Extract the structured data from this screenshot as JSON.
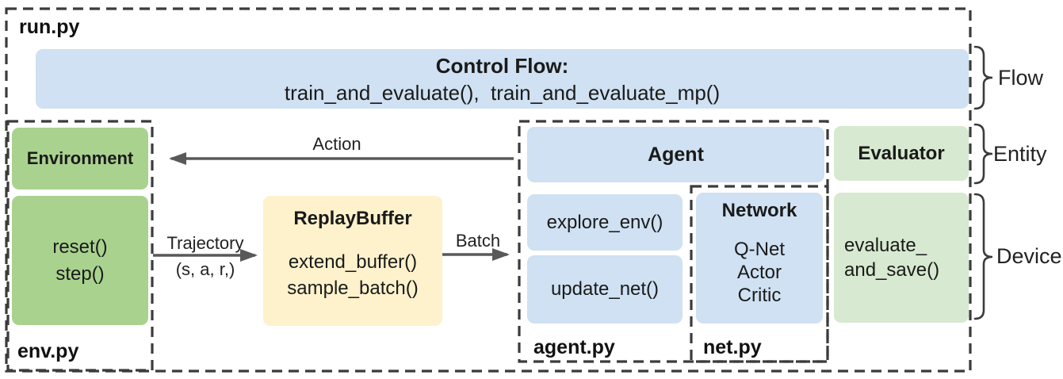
{
  "colors": {
    "blue": "#cfe1f2",
    "green": "#a9d28f",
    "green_light": "#d7e9d0",
    "yellow": "#fdf2cc",
    "line_dark": "#3b3b3b",
    "arrow_gray": "#595959",
    "text": "#1a1a1a"
  },
  "run_module": {
    "label": "run.py"
  },
  "control_flow": {
    "title": "Control Flow:",
    "functions": "train_and_evaluate(),  train_and_evaluate_mp()"
  },
  "environment": {
    "title": "Environment",
    "methods": [
      "reset()",
      "step()"
    ],
    "module_label": "env.py"
  },
  "replay_buffer": {
    "title": "ReplayBuffer",
    "methods": [
      "extend_buffer()",
      "sample_batch()"
    ]
  },
  "agent": {
    "title": "Agent",
    "methods": [
      "explore_env()",
      "update_net()"
    ],
    "module_label": "agent.py"
  },
  "network": {
    "title": "Network",
    "items": [
      "Q-Net",
      "Actor",
      "Critic"
    ],
    "module_label": "net.py"
  },
  "evaluator": {
    "title": "Evaluator",
    "method_lines": [
      "evaluate_",
      "and_save()"
    ]
  },
  "arrows": {
    "action": "Action",
    "trajectory": "Trajectory",
    "trajectory_tuple": "(s, a, r,)",
    "batch": "Batch"
  },
  "legend": {
    "flow": "Flow",
    "entity": "Entity",
    "device": "Device"
  }
}
